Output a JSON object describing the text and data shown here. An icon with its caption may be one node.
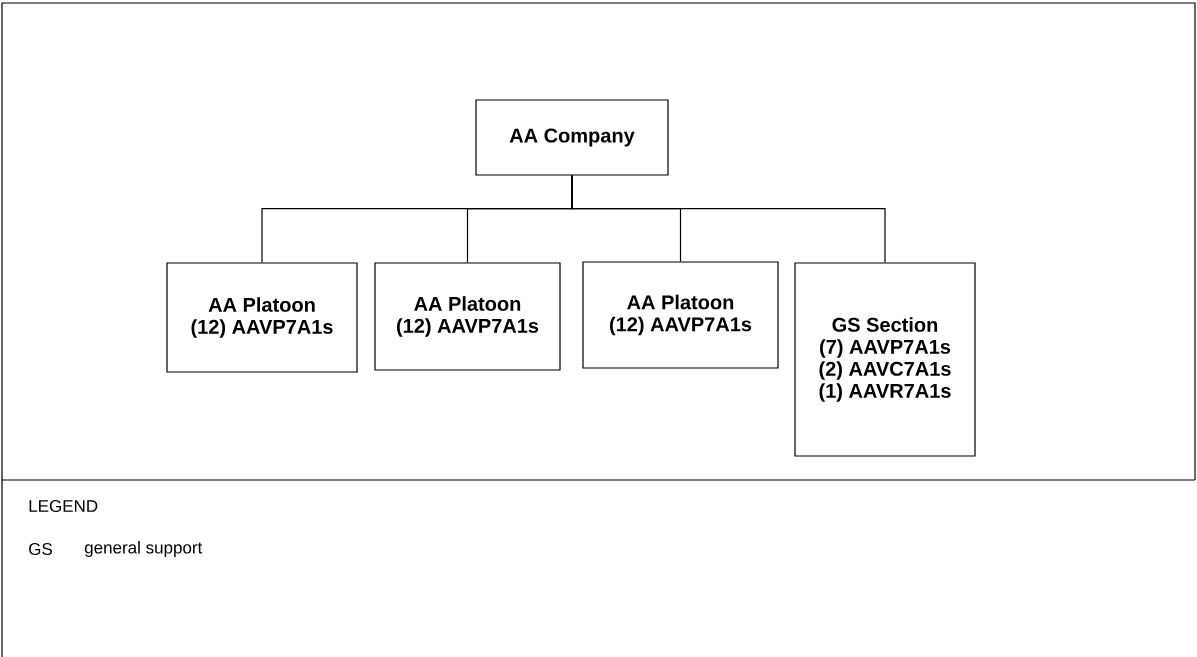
{
  "diagram": {
    "nodes": [
      {
        "text": [
          "AA Company"
        ]
      },
      {
        "text": [
          "AA Platoon",
          "(12) AAVP7A1s"
        ]
      },
      {
        "text": [
          "AA Platoon",
          "(12) AAVP7A1s"
        ]
      },
      {
        "text": [
          "AA Platoon",
          "(12) AAVP7A1s"
        ]
      },
      {
        "text": [
          "GS Section",
          "(7) AAVP7A1s",
          "(2) AAVC7A1s",
          "(1) AAVR7A1s"
        ]
      }
    ],
    "edges": [
      {
        "from": 0,
        "to": 1,
        "arrow": "none"
      },
      {
        "from": 0,
        "to": 2,
        "arrow": "none"
      },
      {
        "from": 0,
        "to": 3,
        "arrow": "none"
      },
      {
        "from": 0,
        "to": 4,
        "arrow": "none"
      }
    ],
    "labels": [
      "LEGEND",
      "GS",
      "general support"
    ]
  }
}
